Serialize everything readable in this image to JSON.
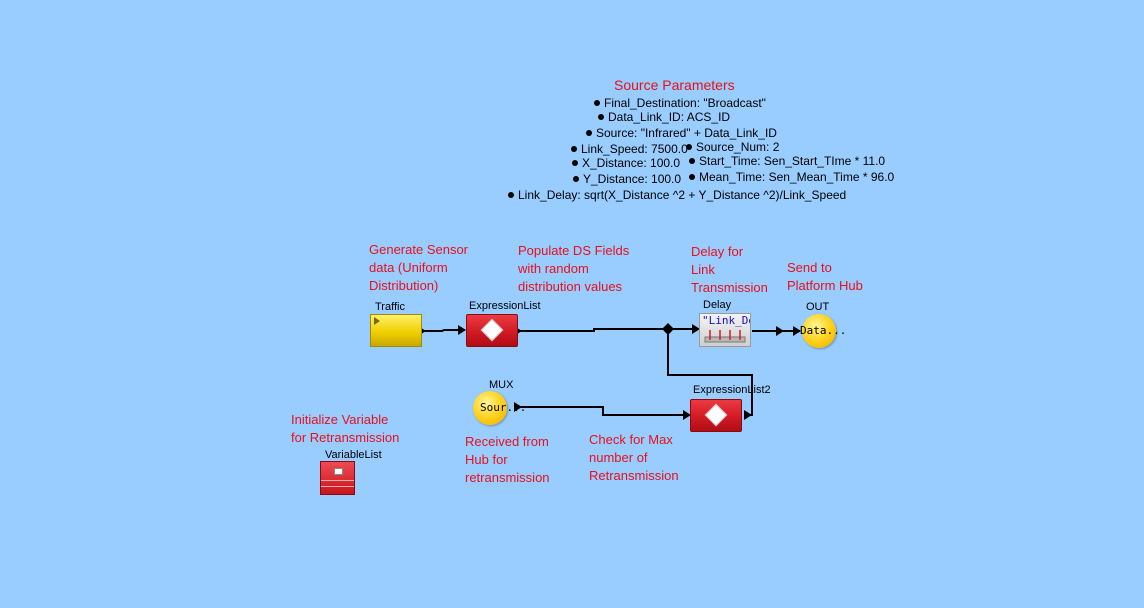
{
  "params": {
    "title": "Source Parameters",
    "items": [
      "Final_Destination: \"Broadcast\"",
      "Data_Link_ID: ACS_ID",
      "Source: \"Infrared\" + Data_Link_ID",
      "Link_Speed: 7500.0",
      "Source_Num: 2",
      "X_Distance: 100.0",
      "Start_Time: Sen_Start_TIme * 11.0",
      "Y_Distance: 100.0",
      "Mean_Time: Sen_Mean_Time * 96.0",
      "Link_Delay: sqrt(X_Distance ^2 + Y_Distance ^2)/Link_Speed"
    ]
  },
  "notes": {
    "generate": "Generate Sensor\ndata (Uniform\nDistribution)",
    "populate": "Populate DS Fields\nwith random\ndistribution values",
    "delay": "Delay for\nLink\nTransmission",
    "send": "Send to\nPlatform Hub",
    "init": "Initialize Variable\nfor Retransmission",
    "received": "Received from\nHub for\nretransmission",
    "check": "Check for Max\nnumber of\nRetransmission"
  },
  "blocks": {
    "traffic": "Traffic",
    "expr1": "ExpressionList",
    "delay": "Delay",
    "delay_expr": "\"Link_Del...",
    "out": "OUT",
    "out_text": "Data...",
    "mux": "MUX",
    "mux_text": "Sour...",
    "expr2": "ExpressionList2",
    "varlist": "VariableList"
  },
  "colors": {
    "background": "#99ccff",
    "annotation": "#e8101a"
  }
}
